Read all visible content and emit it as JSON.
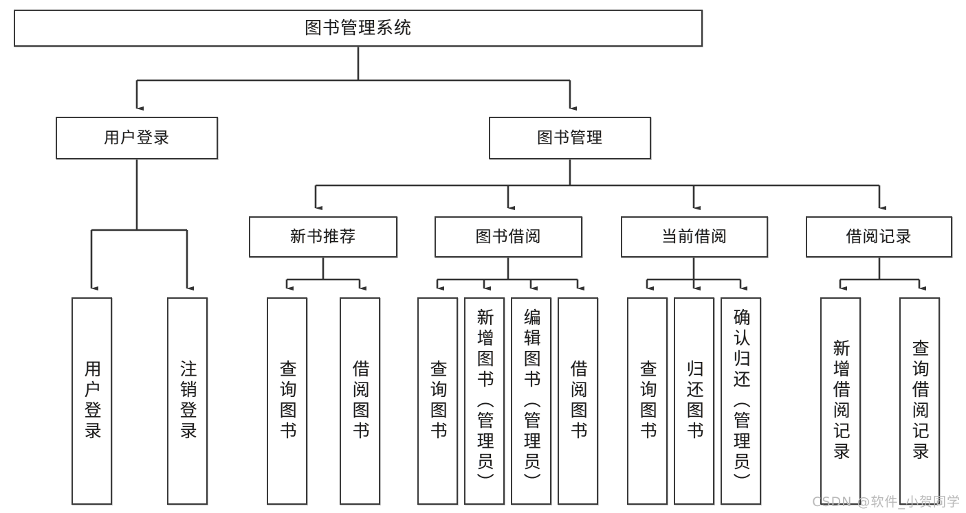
{
  "diagram": {
    "title": "图书管理系统",
    "type": "tree",
    "watermark": "CSDN @软件_小贺同学",
    "colors": {
      "box_border": "#3a3a3a",
      "box_fill": "#ffffff",
      "edge": "#333333",
      "text": "#1d1d1d",
      "watermark": "#b9b9b9"
    },
    "nodes": {
      "root": {
        "label": "图书管理系统"
      },
      "level2": [
        {
          "id": "user-login",
          "label": "用户登录"
        },
        {
          "id": "book-manage",
          "label": "图书管理"
        }
      ],
      "level3": [
        {
          "id": "new-book-rec",
          "label": "新书推荐"
        },
        {
          "id": "book-borrow",
          "label": "图书借阅"
        },
        {
          "id": "current-borrow",
          "label": "当前借阅"
        },
        {
          "id": "borrow-record",
          "label": "借阅记录"
        }
      ],
      "leaves": [
        {
          "id": "leaf-user-login",
          "parent": "user-login",
          "label": "用户登录"
        },
        {
          "id": "leaf-user-logout",
          "parent": "user-login",
          "label": "注销登录"
        },
        {
          "id": "leaf-rec-query",
          "parent": "new-book-rec",
          "label": "查询图书"
        },
        {
          "id": "leaf-rec-borrow",
          "parent": "new-book-rec",
          "label": "借阅图书"
        },
        {
          "id": "leaf-borrow-query",
          "parent": "book-borrow",
          "label": "查询图书"
        },
        {
          "id": "leaf-borrow-add",
          "parent": "book-borrow",
          "label": "新增图书（管理员）"
        },
        {
          "id": "leaf-borrow-edit",
          "parent": "book-borrow",
          "label": "编辑图书（管理员）"
        },
        {
          "id": "leaf-borrow-lend",
          "parent": "book-borrow",
          "label": "借阅图书"
        },
        {
          "id": "leaf-cur-query",
          "parent": "current-borrow",
          "label": "查询图书"
        },
        {
          "id": "leaf-cur-return",
          "parent": "current-borrow",
          "label": "归还图书"
        },
        {
          "id": "leaf-cur-confirm",
          "parent": "current-borrow",
          "label": "确认归还（管理员）"
        },
        {
          "id": "leaf-rec-add",
          "parent": "borrow-record",
          "label": "新增借阅记录"
        },
        {
          "id": "leaf-rec-query2",
          "parent": "borrow-record",
          "label": "查询借阅记录"
        }
      ]
    }
  }
}
